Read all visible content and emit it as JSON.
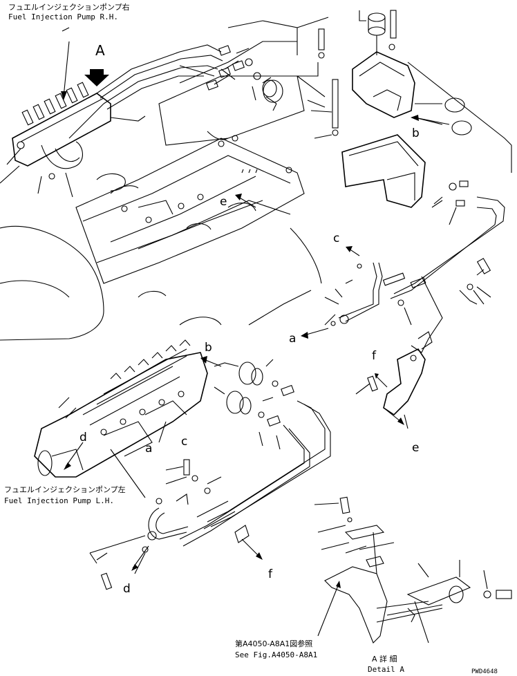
{
  "labels": {
    "pump_rh_jp": "フュエルインジェクションポンプ右",
    "pump_rh_en": "Fuel Injection Pump R.H.",
    "pump_lh_jp": "フュエルインジェクションポンプ左",
    "pump_lh_en": "Fuel Injection Pump L.H.",
    "see_fig_jp": "第A4050-A8A1図参照",
    "see_fig_en": "See Fig.A4050-A8A1",
    "detail_jp": "A 詳 細",
    "detail_en": "Detail A",
    "part_code": "PWD4648"
  },
  "callouts": {
    "A": "A",
    "a1": "a",
    "a2": "a",
    "b1": "b",
    "b2": "b",
    "c1": "c",
    "c2": "c",
    "d1": "d",
    "d2": "d",
    "e1": "e",
    "e2": "e",
    "f1": "f",
    "f2": "f"
  }
}
